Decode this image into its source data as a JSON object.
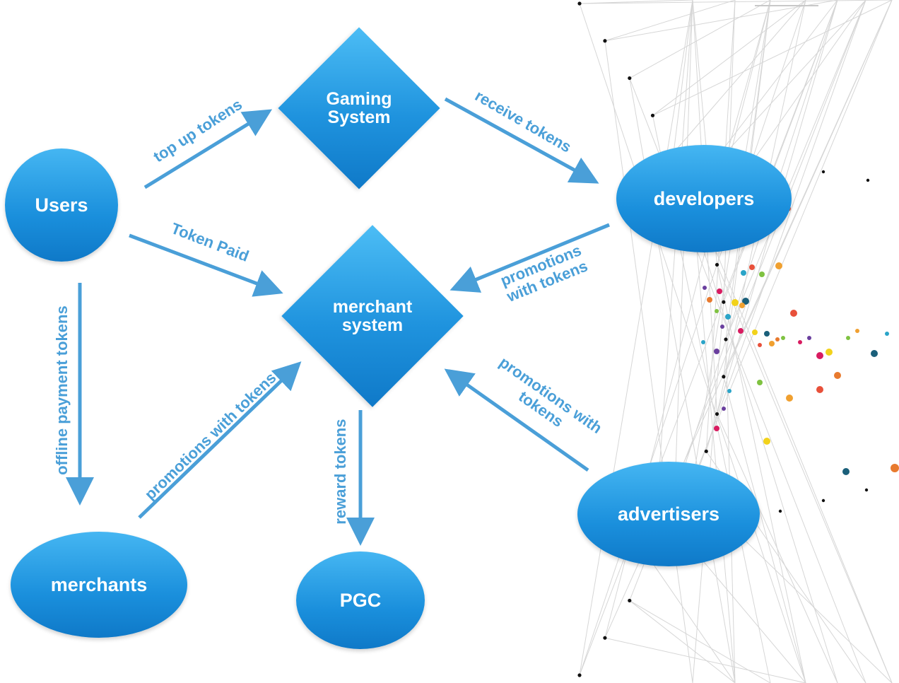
{
  "nodes": {
    "users": "Users",
    "gaming_system": "Gaming\nSystem",
    "developers": "developers",
    "merchant_system": "merchant\nsystem",
    "merchants": "merchants",
    "pgc": "PGC",
    "advertisers": "advertisers"
  },
  "edges": {
    "top_up_tokens": "top up tokens",
    "receive_tokens": "receive tokens",
    "token_paid": "Token Paid",
    "promotions_with_tokens_dev": "promotions\nwith tokens",
    "offline_payment_tokens": "offline payment tokens",
    "promotions_with_tokens_merchants": "promotions with tokens",
    "reward_tokens": "reward tokens",
    "promotions_with_tokens_adv": "promotions with\ntokens"
  },
  "colors": {
    "node_fill": "#1a8fdc",
    "arrow": "#4a9fd8",
    "network_lines": "#d6d6d6"
  }
}
